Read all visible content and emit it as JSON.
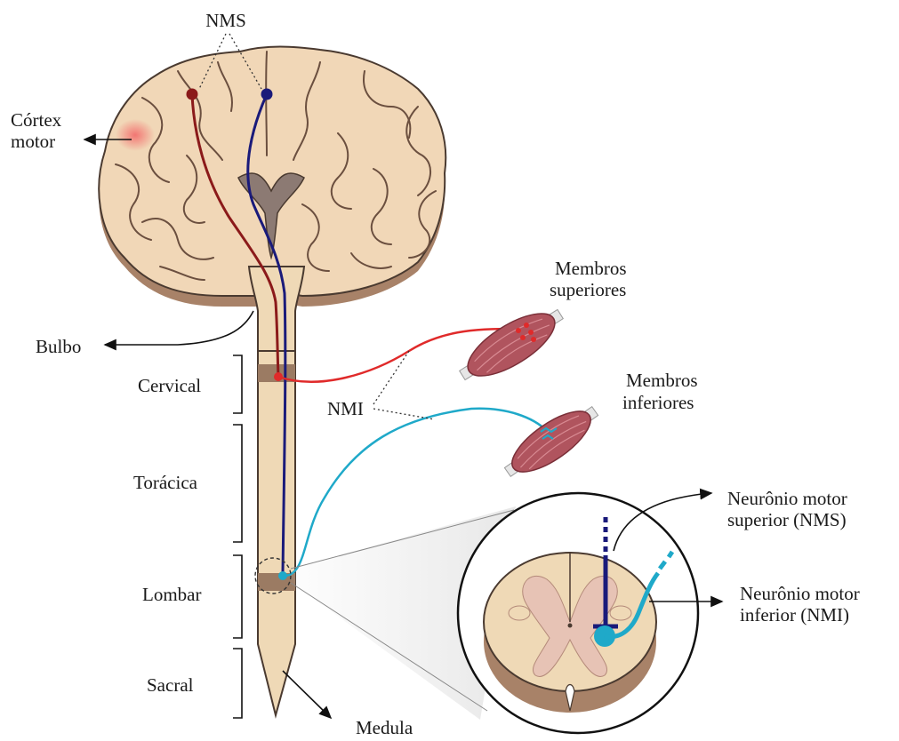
{
  "labels": {
    "nms_top": "NMS",
    "cortex_line1": "Córtex",
    "cortex_line2": "motor",
    "bulbo": "Bulbo",
    "cervical": "Cervical",
    "toracica": "Torácica",
    "lombar": "Lombar",
    "sacral": "Sacral",
    "medula": "Medula",
    "nmi": "NMI",
    "membros_sup_line1": "Membros",
    "membros_sup_line2": "superiores",
    "membros_inf_line1": "Membros",
    "membros_inf_line2": "inferiores",
    "nms_full_line1": "Neurônio motor",
    "nms_full_line2": "superior (NMS)",
    "nmi_full_line1": "Neurônio motor",
    "nmi_full_line2": "inferior (NMI)"
  },
  "colors": {
    "neuron_upper_limb": "#8b1a1a",
    "neuron_lower_limb": "#1a1a7a",
    "nmi_upper": "#e02a2a",
    "nmi_lower": "#1fa9c9",
    "brain_fill": "#f0d6b5",
    "brain_outline": "#4a3a30",
    "cord_fill": "#efd9b6",
    "muscle": "#b0545e",
    "gray_matter": "#e7c3b5"
  }
}
